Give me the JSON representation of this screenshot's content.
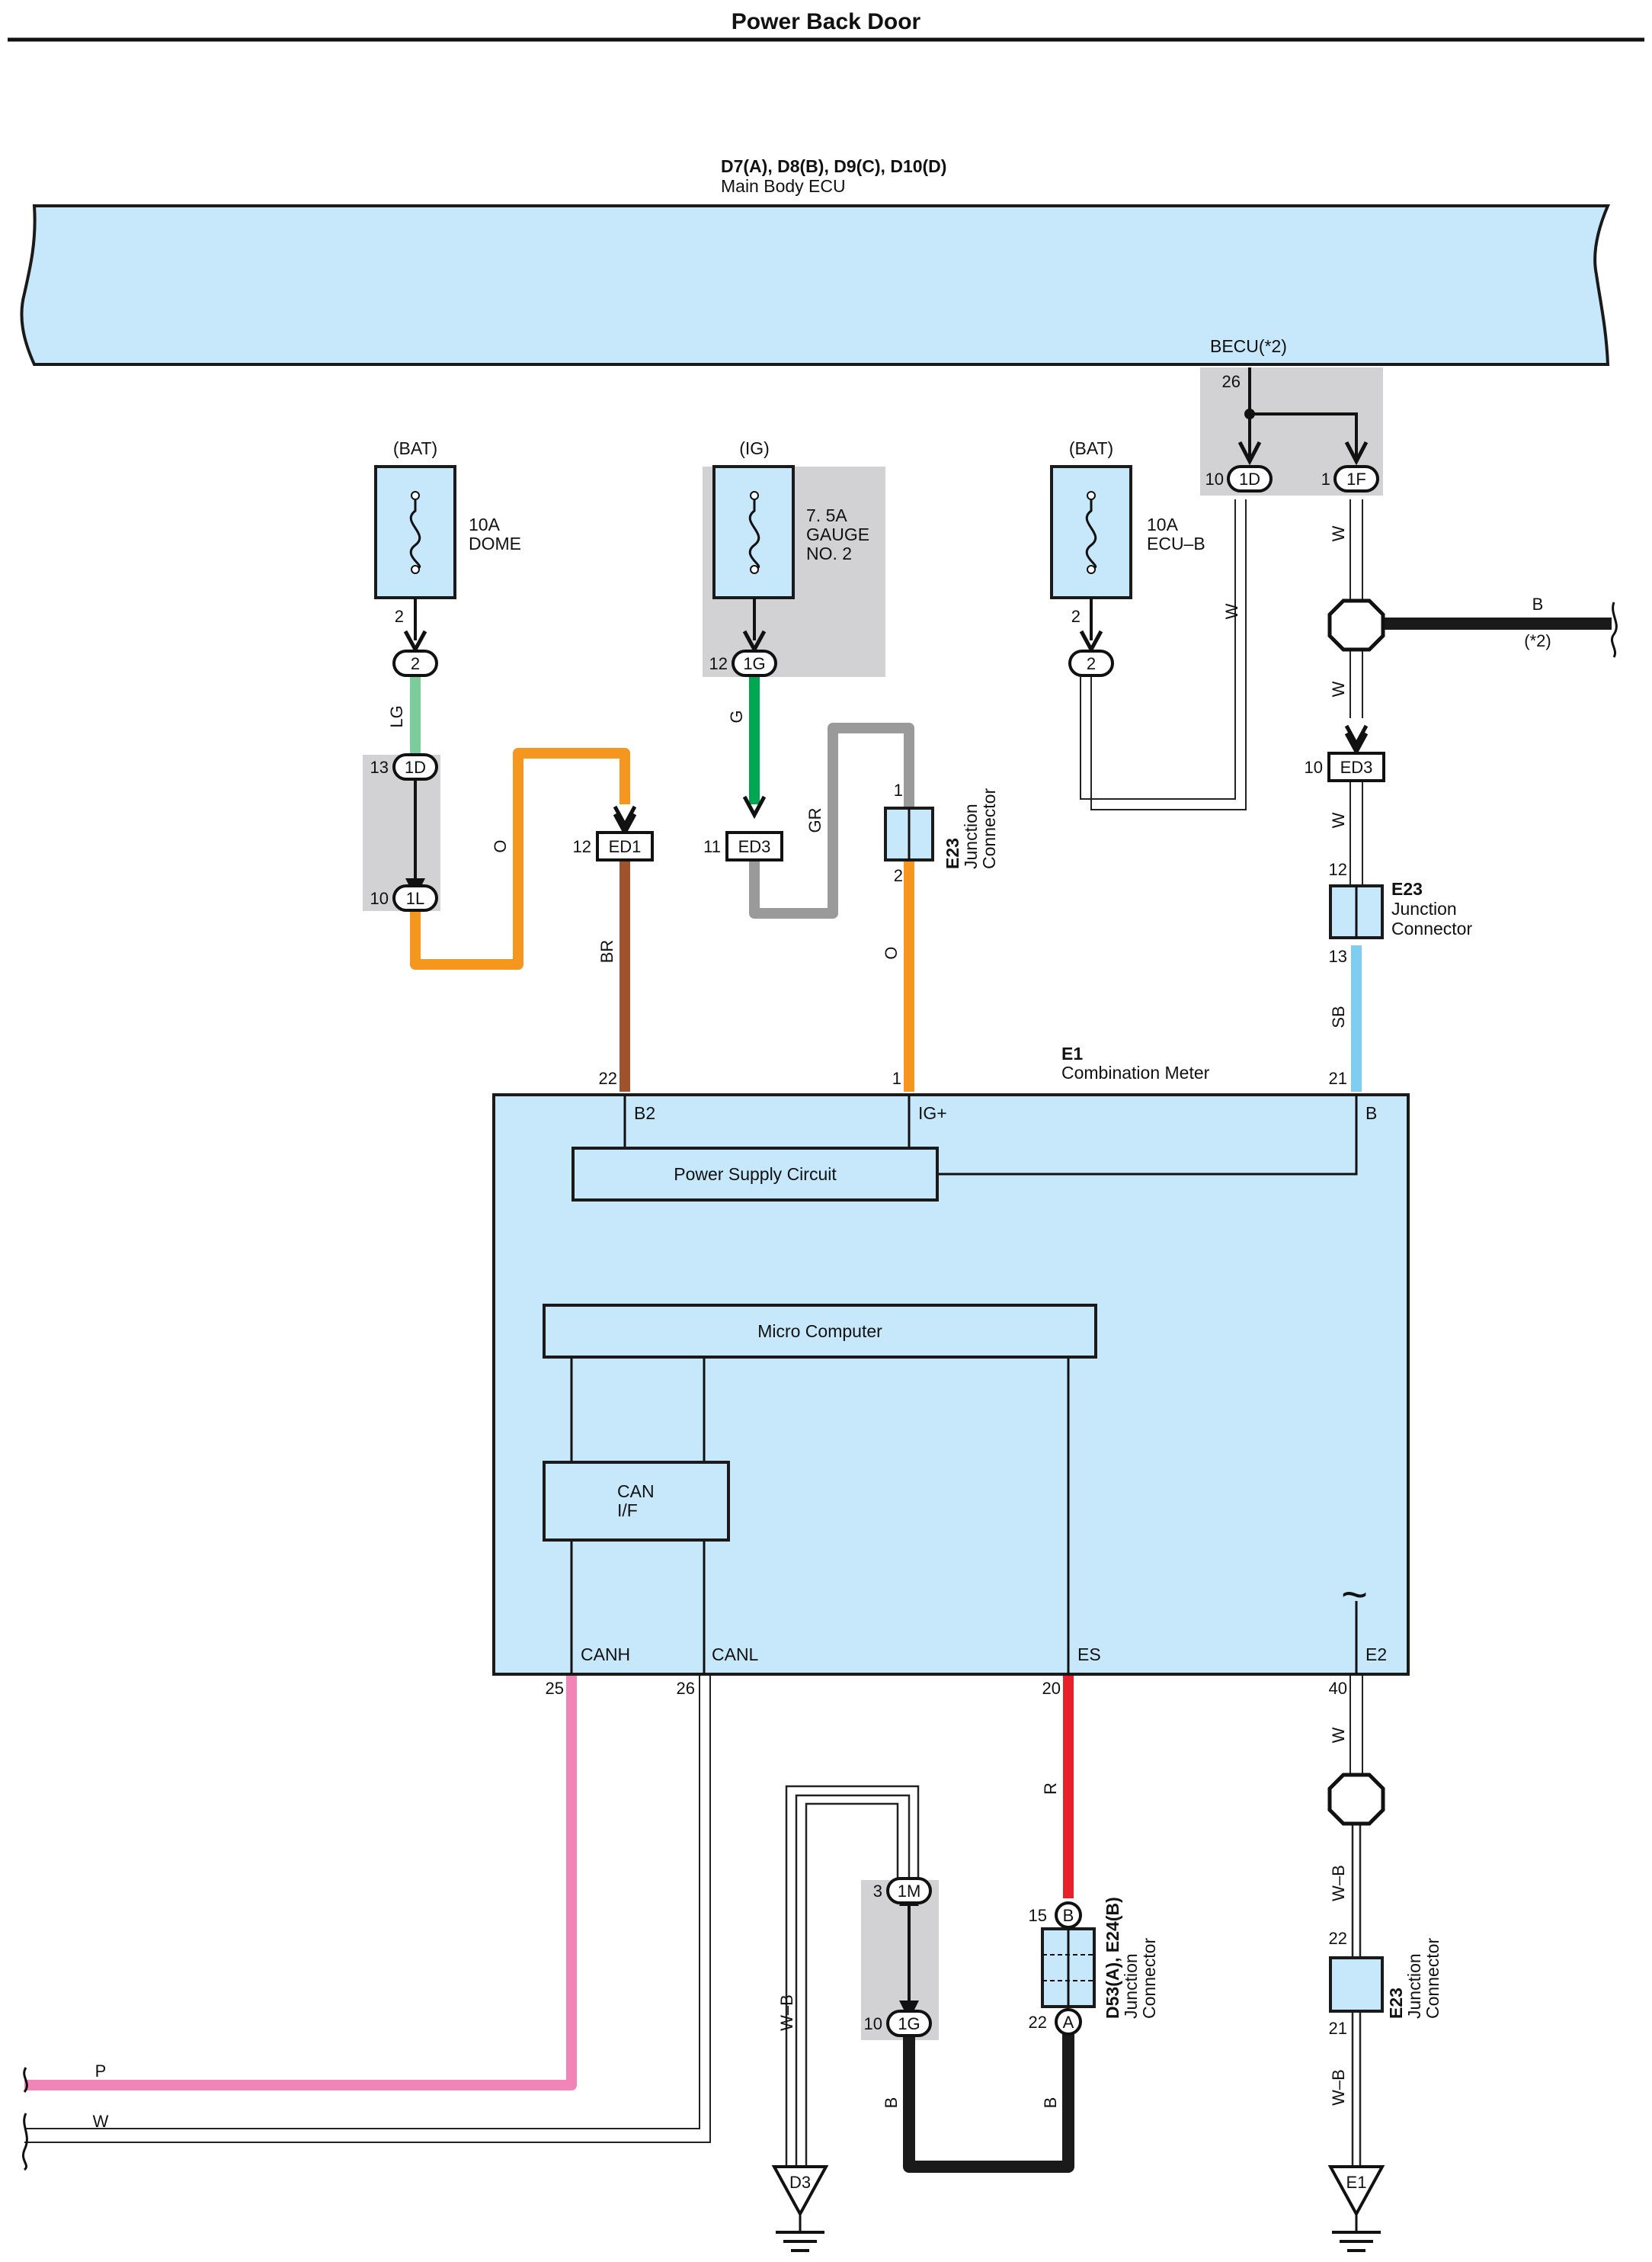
{
  "page": {
    "title": "Power Back Door"
  },
  "ecu": {
    "code": "D7(A), D8(B), D9(C), D10(D)",
    "name": "Main Body ECU",
    "becu_label": "BECU(*2)"
  },
  "fuses": [
    {
      "source": "(BAT)",
      "amp": "10A",
      "name": "DOME",
      "name2": ""
    },
    {
      "source": "(IG)",
      "amp": "7. 5A",
      "name": "GAUGE",
      "name2": "NO. 2"
    },
    {
      "source": "(BAT)",
      "amp": "10A",
      "name": "ECU–B",
      "name2": ""
    }
  ],
  "connectors": {
    "c2a": "2",
    "c1d": "1D",
    "c1l": "1L",
    "ed1": "ED1",
    "c1g": "1G",
    "ed3a": "ED3",
    "c2b": "2",
    "c1d_ecu": "1D",
    "c1f": "1F",
    "ed3b": "ED3",
    "c1m": "1M",
    "c1g_b": "1G",
    "a": "A",
    "b": "B"
  },
  "pins": {
    "p2a": "2",
    "p13": "13",
    "p10a": "10",
    "p12a": "12",
    "p12b": "12",
    "p11": "11",
    "p1a": "1",
    "p2b": "2",
    "p2c": "2",
    "p26a": "26",
    "p10b": "10",
    "p1b": "1",
    "p10c": "10",
    "p12c": "12",
    "p13b": "13",
    "p22a": "22",
    "p1c": "1",
    "p21a": "21",
    "p25": "25",
    "p26b": "26",
    "p20": "20",
    "p40": "40",
    "p3": "3",
    "p10d": "10",
    "p15": "15",
    "p22b": "22",
    "p22c": "22",
    "p21b": "21"
  },
  "wires": {
    "lg": "LG",
    "o1": "O",
    "br": "BR",
    "g": "G",
    "gr": "GR",
    "o2": "O",
    "w1": "W",
    "w2": "W",
    "w3": "W",
    "w4": "W",
    "b1": "B",
    "b1note": "(*2)",
    "sb": "SB",
    "r": "R",
    "w5": "W",
    "wb1": "W–B",
    "wb2": "W–B",
    "wb3": "W–B",
    "b2": "B",
    "b3": "B",
    "p": "P",
    "w6": "W"
  },
  "junctions": {
    "e23_top": {
      "code": "E23",
      "name": "Junction",
      "name2": "Connector"
    },
    "e23_right": {
      "code": "E23",
      "name": "Junction",
      "name2": "Connector"
    },
    "d53": {
      "code": "D53(A), E24(B)",
      "name": "Junction",
      "name2": "Connector"
    },
    "e23_bottom": {
      "code": "E23",
      "name": "Junction",
      "name2": "Connector"
    }
  },
  "meter": {
    "code": "E1",
    "name": "Combination Meter",
    "terminals": {
      "b2": "B2",
      "igp": "IG+",
      "b": "B",
      "canh": "CANH",
      "canl": "CANL",
      "es": "ES",
      "e2": "E2"
    },
    "power_supply": "Power Supply Circuit",
    "micro": "Micro Computer",
    "can1": "CAN",
    "can2": "I/F",
    "tilde": "~"
  },
  "grounds": {
    "d3": "D3",
    "e1": "E1"
  },
  "colors": {
    "light_blue": "#c6e8fa",
    "gray_shade": "#d2d2d4",
    "lg": "#7ccc9b",
    "o": "#f5961e",
    "br": "#a0522d",
    "g": "#00a651",
    "gr": "#9a9a9a",
    "sb": "#7fcdf0",
    "r": "#e8202a",
    "p": "#f285b8",
    "b": "#1a1a1a"
  }
}
